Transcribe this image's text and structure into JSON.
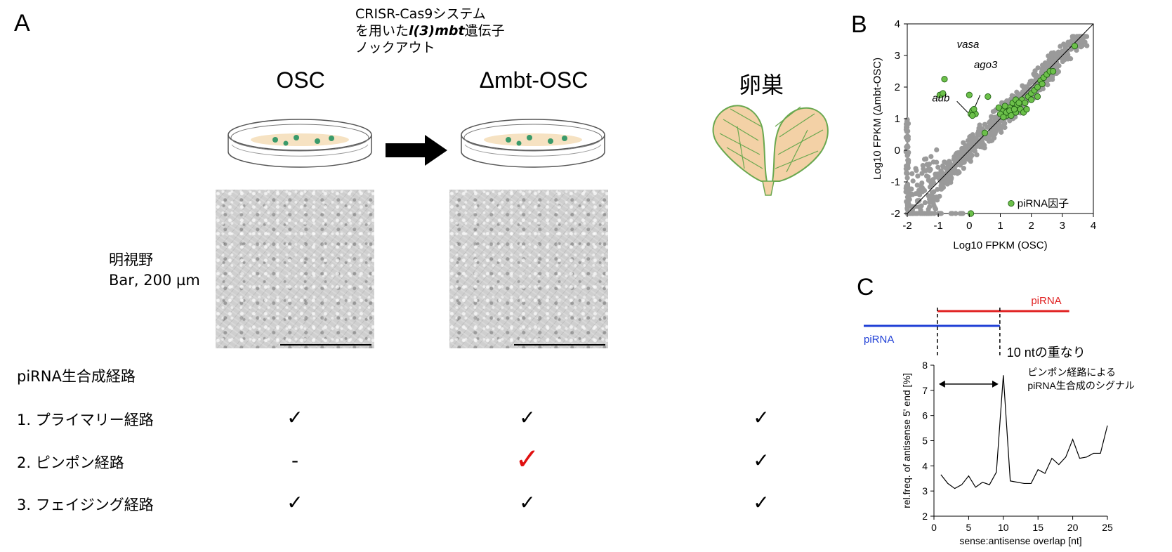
{
  "panel_a": {
    "letter": "A",
    "note": {
      "line1": "CRISR-Cas9システム",
      "line2_pre": "を用いた",
      "line2_gene": "l(3)mbt",
      "line2_post": "遺伝子",
      "line3": "ノックアウト"
    },
    "columns": [
      "OSC",
      "Δmbt-OSC",
      "卵巣"
    ],
    "brightfield_label": {
      "line1": "明視野",
      "line2": "Bar, 200 µm"
    },
    "pathway_header": "piRNA生合成経路",
    "rows": [
      {
        "label": "1. プライマリー経路",
        "osc": "✓",
        "mbt": "✓",
        "ovary": "✓"
      },
      {
        "label": "2. ピンポン経路",
        "osc": "-",
        "mbt": "✓",
        "ovary": "✓"
      },
      {
        "label": "3. フェイジング経路",
        "osc": "✓",
        "mbt": "✓",
        "ovary": "✓"
      }
    ]
  },
  "chart_data": [
    {
      "panel": "B",
      "type": "scatter",
      "xlabel": "Log10 FPKM (OSC)",
      "ylabel": "Log10 FPKM (Δmbt-OSC)",
      "xlim": [
        -2,
        4
      ],
      "ylim": [
        -2,
        4
      ],
      "xticks": [
        "-2",
        "-1",
        "0",
        "1",
        "2",
        "3",
        "4"
      ],
      "yticks": [
        "-2",
        "-1",
        "0",
        "1",
        "2",
        "3",
        "4"
      ],
      "legend": {
        "label": "piRNA因子",
        "color": "#6cc04a",
        "position": "bottom-right"
      },
      "colors": {
        "background": "#9a9a9a",
        "factor": "#6cc04a"
      },
      "annotations": [
        {
          "text": "vasa",
          "x": -0.05,
          "y": 1.72
        },
        {
          "text": "ago3",
          "x": 0.18,
          "y": 1.15
        },
        {
          "text": "aub",
          "x": 0.02,
          "y": 1.2
        }
      ],
      "series": [
        {
          "name": "piRNA因子",
          "points": [
            [
              -0.8,
              2.25
            ],
            [
              -0.95,
              1.75
            ],
            [
              -0.85,
              1.8
            ],
            [
              0.0,
              1.75
            ],
            [
              0.05,
              1.15
            ],
            [
              0.1,
              1.25
            ],
            [
              0.2,
              1.15
            ],
            [
              0.15,
              1.3
            ],
            [
              0.1,
              1.1
            ],
            [
              0.6,
              1.7
            ],
            [
              0.95,
              1.35
            ],
            [
              1.1,
              1.25
            ],
            [
              1.0,
              1.15
            ],
            [
              1.2,
              1.1
            ],
            [
              1.3,
              1.35
            ],
            [
              1.4,
              1.5
            ],
            [
              1.5,
              1.6
            ],
            [
              1.6,
              1.4
            ],
            [
              1.7,
              1.6
            ],
            [
              1.8,
              1.5
            ],
            [
              1.9,
              1.7
            ],
            [
              2.0,
              1.8
            ],
            [
              2.1,
              1.9
            ],
            [
              2.2,
              2.0
            ],
            [
              2.3,
              2.2
            ],
            [
              2.4,
              2.3
            ],
            [
              2.5,
              2.4
            ],
            [
              2.6,
              2.5
            ],
            [
              2.7,
              2.5
            ],
            [
              1.2,
              1.2
            ],
            [
              1.3,
              1.25
            ],
            [
              1.5,
              1.2
            ],
            [
              1.55,
              1.45
            ],
            [
              1.65,
              1.3
            ],
            [
              1.75,
              1.2
            ],
            [
              1.85,
              1.3
            ],
            [
              1.1,
              1.05
            ],
            [
              1.15,
              1.4
            ],
            [
              1.45,
              1.3
            ],
            [
              2.0,
              1.6
            ],
            [
              2.2,
              1.7
            ],
            [
              3.4,
              3.3
            ],
            [
              0.5,
              0.55
            ],
            [
              0.05,
              -2.0
            ],
            [
              1.35,
              1.1
            ],
            [
              1.6,
              1.5
            ],
            [
              2.35,
              2.1
            ]
          ]
        }
      ]
    },
    {
      "panel": "C",
      "type": "line",
      "xlabel": "sense:antisense overlap [nt]",
      "ylabel": "rel.freq. of antisense 5' end [%]",
      "xlim": [
        0,
        25
      ],
      "ylim": [
        2,
        8
      ],
      "xticks": [
        "0",
        "5",
        "10",
        "15",
        "20",
        "25"
      ],
      "yticks": [
        "2",
        "3",
        "4",
        "5",
        "6",
        "7",
        "8"
      ],
      "x": [
        1,
        2,
        3,
        4,
        5,
        6,
        7,
        8,
        9,
        10,
        11,
        12,
        13,
        14,
        15,
        16,
        17,
        18,
        19,
        20,
        21,
        22,
        23,
        24,
        25
      ],
      "values": [
        3.65,
        3.3,
        3.1,
        3.25,
        3.6,
        3.15,
        3.35,
        3.25,
        3.75,
        7.6,
        3.4,
        3.35,
        3.3,
        3.3,
        3.85,
        3.7,
        4.3,
        4.05,
        4.35,
        5.05,
        4.3,
        4.35,
        4.5,
        4.5,
        5.6
      ],
      "annotations": {
        "overlap": "10 ntの重なり",
        "signal_line1": "ピンポン経路による",
        "signal_line2": "piRNA生合成のシグナル"
      },
      "schematic": {
        "top_label": "piRNA",
        "bottom_label": "piRNA",
        "top_color": "#e02020",
        "bottom_color": "#1f3fd6"
      }
    }
  ],
  "panel_b": {
    "letter": "B"
  },
  "panel_c": {
    "letter": "C"
  }
}
